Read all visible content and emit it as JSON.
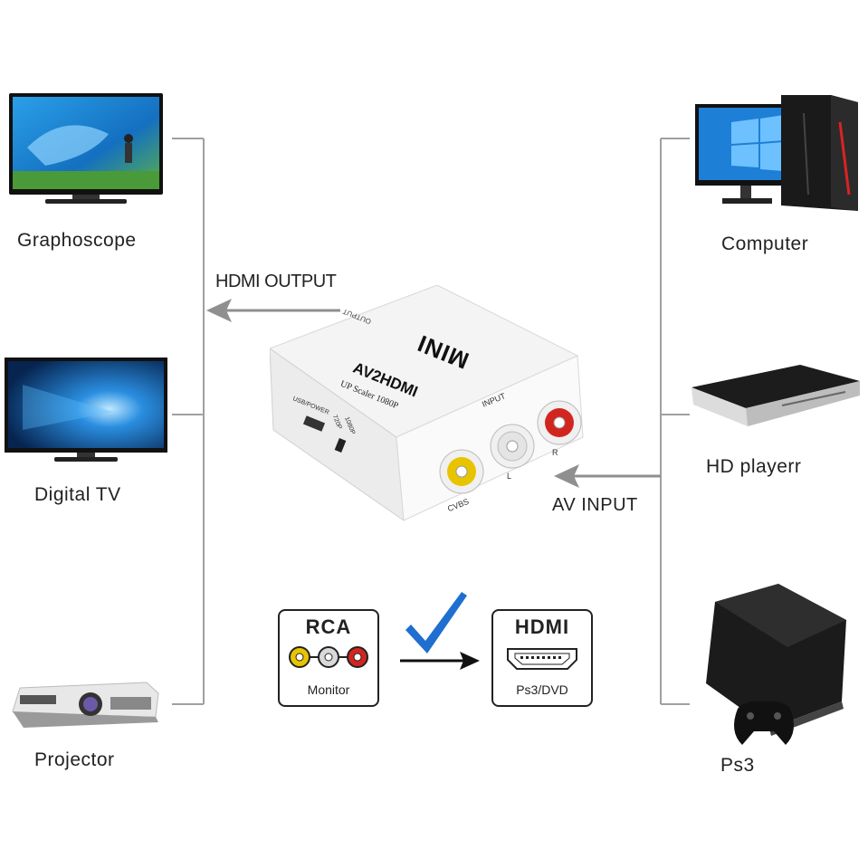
{
  "outputs": {
    "graphoscope": "Graphoscope",
    "digital_tv": "Digital  TV",
    "projector": "Projector"
  },
  "inputs": {
    "computer": "Computer",
    "hd_player": "HD playerr",
    "ps3": "Ps3"
  },
  "arrows": {
    "hdmi_output": "HDMI OUTPUT",
    "av_input": "AV INPUT"
  },
  "converter": {
    "brand": "MINI",
    "model": "AV2HDMI",
    "scaler": "UP Scaler 1080P",
    "output_label": "OUTPUT",
    "input_label": "INPUT",
    "power_label": "USB/POWER",
    "res_720": "720P",
    "res_1080": "1080P",
    "port_cvbs": "CVBS",
    "port_l": "L",
    "port_r": "R"
  },
  "rca_box": {
    "title": "RCA",
    "sub": "Monitor"
  },
  "hdmi_box": {
    "title": "HDMI",
    "sub": "Ps3/DVD"
  },
  "colors": {
    "line": "#9e9e9e",
    "arrow": "#8f8f8f",
    "check": "#1e6fd0",
    "rca_yellow": "#e8c400",
    "rca_white": "#d9d9d9",
    "rca_red": "#d2251f"
  }
}
